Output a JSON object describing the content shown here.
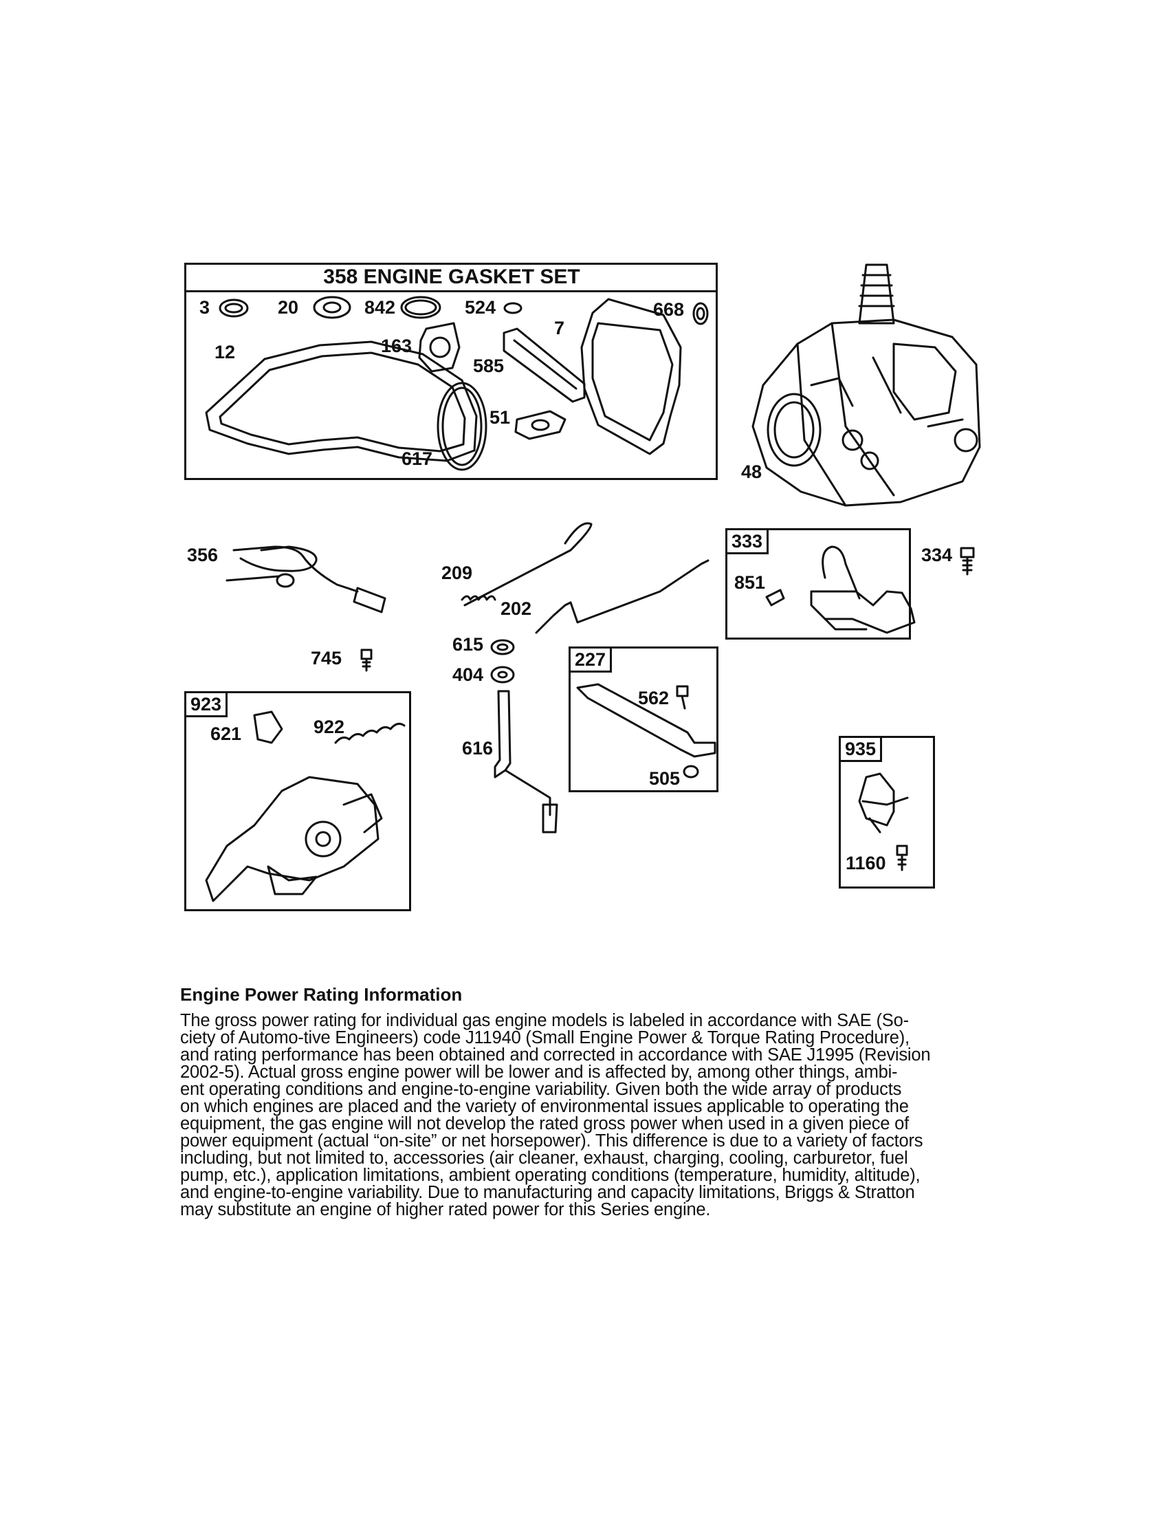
{
  "gasket_set": {
    "title": "358 ENGINE GASKET SET",
    "parts": [
      "3",
      "20",
      "842",
      "524",
      "668",
      "7",
      "12",
      "163",
      "585",
      "51",
      "617"
    ]
  },
  "kits": [
    {
      "number": "333",
      "parts": [
        "851"
      ]
    },
    {
      "number": "227",
      "parts": [
        "562",
        "505"
      ]
    },
    {
      "number": "923",
      "parts": [
        "621",
        "922"
      ]
    },
    {
      "number": "935",
      "parts": [
        "1160"
      ]
    }
  ],
  "loose_parts": [
    "48",
    "356",
    "209",
    "202",
    "334",
    "745",
    "615",
    "404",
    "616"
  ],
  "info": {
    "heading": "Engine Power Rating Information",
    "lines": [
      "The gross power rating for individual gas engine models is labeled in accordance with SAE (So-",
      "ciety of Automo-tive Engineers) code J11940 (Small Engine Power & Torque Rating Procedure),",
      "and rating performance has been obtained and corrected in accordance with SAE J1995 (Revision",
      "2002-5).  Actual gross engine power will be lower and is affected by, among other things, ambi-",
      "ent operating conditions and engine-to-engine variability.  Given both the wide array of products",
      "on which engines are placed and the variety of environmental issues applicable to operating the",
      "equipment, the gas engine will not develop the rated gross power when used in a given piece of",
      "power equipment (actual “on-site” or net horsepower).  This difference is due to a variety of factors",
      "including, but not limited to, accessories (air cleaner, exhaust, charging, cooling, carburetor, fuel",
      "pump, etc.), application limitations, ambient operating conditions (temperature, humidity, altitude),",
      "and engine-to-engine variability.  Due to manufacturing and capacity limitations, Briggs & Stratton",
      "may substitute an engine of higher rated power for this Series engine."
    ]
  }
}
